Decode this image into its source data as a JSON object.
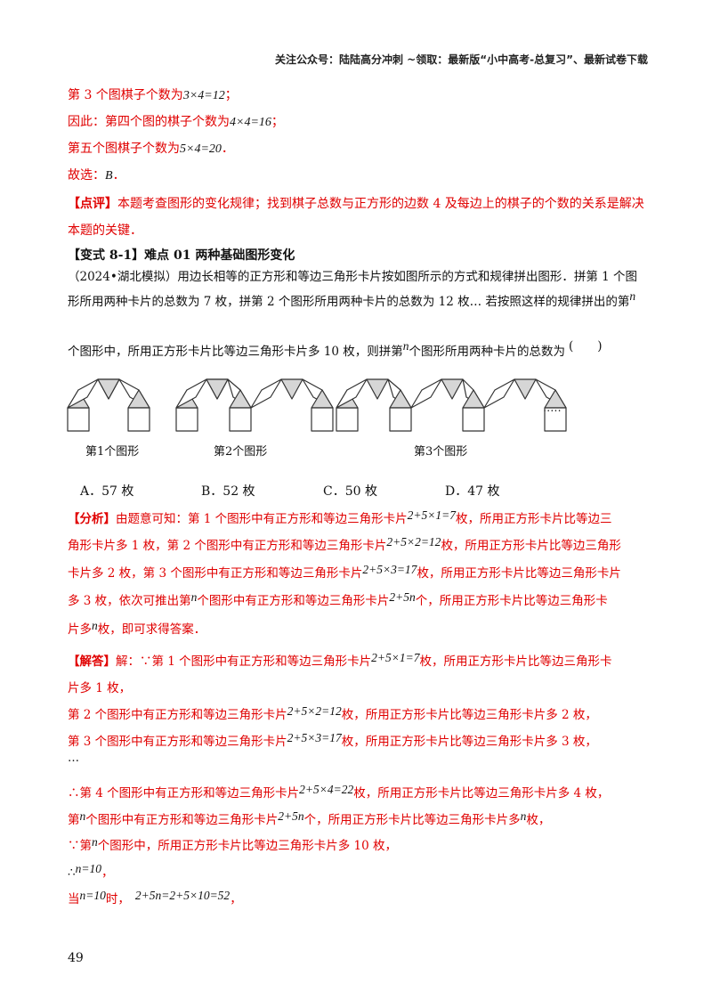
{
  "header": "关注公众号：陆陆高分冲刺 ~领取：最新版“小中高考-总复习”、最新试卷下载",
  "l1": {
    "a": "第 3 个图棋子个数为",
    "m": "3×4=12",
    "c": "；"
  },
  "l2": {
    "a": "因此：第四个图的棋子个数为",
    "m": "4×4=16",
    "c": "；"
  },
  "l3": {
    "a": "第五个图棋子个数为",
    "m": "5×4=20",
    "c": "．"
  },
  "l4": {
    "a": "故选：",
    "m": "B",
    "c": "．"
  },
  "dp": {
    "tag": "【点评】",
    "t1": "本题考查图形的变化规律；找到棋子总数与正方形的边数 4 及每边上的棋子的个数的关系是解决",
    "t2": "本题的关键．"
  },
  "bs": {
    "tag": "【变式 8-1】",
    "title": "难点 01 两种基础图形变化"
  },
  "q": {
    "t1": "（2024•湖北模拟）用边长相等的正方形和等边三角形卡片按如图所示的方式和规律拼出图形．拼第 1 个图",
    "t2": "形所用两种卡片的总数为 7 枚，拼第 2 个图形所用两种卡片的总数为 12 枚… 若按照这样的规律拼出的第",
    "n": "n",
    "t3a": "个图形中，所用正方形卡片比等边三角形卡片多 10 枚，则拼第",
    "t3b": "个图形所用两种卡片的总数为",
    "paren": "(　　)"
  },
  "fig": {
    "cap1": "第1个图形",
    "cap2": "第2个图形",
    "cap3": "第3个图形",
    "dots": "....."
  },
  "options": [
    "A．57 枚",
    "B．52 枚",
    "C．50 枚",
    "D．47 枚"
  ],
  "fx": {
    "tag": "【分析】",
    "r1a": "由题意可知：第 1 个图形中有正方形和等边三角形卡片",
    "r1m": "2+5×1=7",
    "r1b": "枚，所用正方形卡片比等边三",
    "r2a": "角形卡片多 1 枚，第 2 个图形中有正方形和等边三角形卡片",
    "r2m": "2+5×2=12",
    "r2b": "枚，所用正方形卡片比等边三角形",
    "r3a": "卡片多 2 枚，第 3 个图形中有正方形和等边三角形卡片",
    "r3m": "2+5×3=17",
    "r3b": "枚，所用正方形卡片比等边三角形卡片",
    "r4a": "多 3 枚，依次可推出第",
    "r4n": "n",
    "r4b": "个图形中有正方形和等边三角形卡片",
    "r4m": "2+5n",
    "r4c": "个，所用正方形卡片比等边三角形卡",
    "r5a": "片多",
    "r5n": "n",
    "r5b": "枚，即可求得答案．"
  },
  "jd": {
    "tag": "【解答】",
    "r1a": "解：∵第 1 个图形中有正方形和等边三角形卡片",
    "r1m": "2+5×1=7",
    "r1b": "枚，所用正方形卡片比等边三角形卡",
    "r2": "片多 1 枚，",
    "r3a": "第 2 个图形中有正方形和等边三角形卡片",
    "r3m": "2+5×2=12",
    "r3b": "枚，所用正方形卡片比等边三角形卡片多 2 枚，",
    "r4a": "第 3 个图形中有正方形和等边三角形卡片",
    "r4m": "2+5×3=17",
    "r4b": "枚，所用正方形卡片比等边三角形卡片多 3 枚，",
    "r5": "…",
    "r6a": "∴第 4 个图形中有正方形和等边三角形卡片",
    "r6m": "2+5×4=22",
    "r6b": "枚，所用正方形卡片比等边三角形卡片多 4 枚，",
    "r7a": "第",
    "r7n": "n",
    "r7b": "个图形中有正方形和等边三角形卡片",
    "r7m": "2+5n",
    "r7c": "个，所用正方形卡片比等边三角形卡片多",
    "r7d": "枚，",
    "r8a": "∵第",
    "r8b": "个图形中，所用正方形卡片比等边三角形卡片多 10 枚，",
    "r9a": "∴",
    "r9m": "n=10",
    "r9c": "，",
    "r10a": "当",
    "r10m": "n=10",
    "r10b": "时，",
    "r10e": "2+5n=2+5×10=52",
    "r10c": "，"
  },
  "page_number": "49"
}
